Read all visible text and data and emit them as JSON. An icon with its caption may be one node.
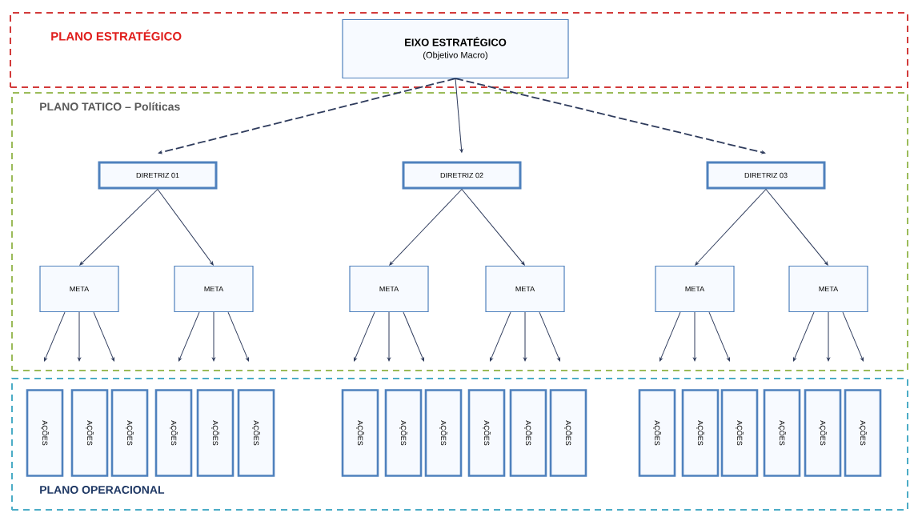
{
  "diagram": {
    "nodes": [
      {
        "text": [
          "PLANO ESTRATÉGICO"
        ]
      },
      {
        "text": [
          "EIXO ESTRATÉGICO",
          "(Objetivo Macro)"
        ],
        "in": 0
      },
      {
        "text": [
          "PLANO TATICO – Políticas"
        ]
      },
      {
        "text": [
          "DIRETRIZ 01"
        ],
        "in": 2
      },
      {
        "text": [
          "DIRETRIZ 02"
        ],
        "in": 2
      },
      {
        "text": [
          "DIRETRIZ 03"
        ],
        "in": 2
      },
      {
        "text": [
          "META"
        ],
        "in": 2
      },
      {
        "text": [
          "META"
        ],
        "in": 2
      },
      {
        "text": [
          "META"
        ],
        "in": 2
      },
      {
        "text": [
          "META"
        ],
        "in": 2
      },
      {
        "text": [
          "META"
        ],
        "in": 2
      },
      {
        "text": [
          "META"
        ],
        "in": 2
      },
      {
        "text": [
          "PLANO OPERACIONAL"
        ]
      },
      {
        "text": [
          "AÇÕES"
        ],
        "in": 12
      },
      {
        "text": [
          "AÇÕES"
        ],
        "in": 12
      },
      {
        "text": [
          "AÇÕES"
        ],
        "in": 12
      },
      {
        "text": [
          "AÇÕES"
        ],
        "in": 12
      },
      {
        "text": [
          "AÇÕES"
        ],
        "in": 12
      },
      {
        "text": [
          "AÇÕES"
        ],
        "in": 12
      },
      {
        "text": [
          "AÇÕES"
        ],
        "in": 12
      },
      {
        "text": [
          "AÇÕES"
        ],
        "in": 12
      },
      {
        "text": [
          "AÇÕES"
        ],
        "in": 12
      },
      {
        "text": [
          "AÇÕES"
        ],
        "in": 12
      },
      {
        "text": [
          "AÇÕES"
        ],
        "in": 12
      },
      {
        "text": [
          "AÇÕES"
        ],
        "in": 12
      },
      {
        "text": [
          "AÇÕES"
        ],
        "in": 12
      },
      {
        "text": [
          "AÇÕES"
        ],
        "in": 12
      },
      {
        "text": [
          "AÇÕES"
        ],
        "in": 12
      },
      {
        "text": [
          "AÇÕES"
        ],
        "in": 12
      },
      {
        "text": [
          "AÇÕES"
        ],
        "in": 12
      },
      {
        "text": [
          "AÇÕES"
        ],
        "in": 12
      }
    ],
    "edges": [
      {
        "from": 1,
        "to": 3,
        "arrow": "to",
        "style": "dashed"
      },
      {
        "from": 1,
        "to": 4,
        "arrow": "to"
      },
      {
        "from": 1,
        "to": 5,
        "arrow": "to",
        "style": "dashed"
      },
      {
        "from": 3,
        "to": 6,
        "arrow": "to"
      },
      {
        "from": 3,
        "to": 7,
        "arrow": "to"
      },
      {
        "from": 4,
        "to": 8,
        "arrow": "to"
      },
      {
        "from": 4,
        "to": 9,
        "arrow": "to"
      },
      {
        "from": 5,
        "to": 10,
        "arrow": "to"
      },
      {
        "from": 5,
        "to": 11,
        "arrow": "to"
      },
      {
        "from": 6,
        "to": null,
        "arrow": "to"
      },
      {
        "from": 6,
        "to": null,
        "arrow": "to"
      },
      {
        "from": 6,
        "to": null,
        "arrow": "to"
      },
      {
        "from": 7,
        "to": null,
        "arrow": "to"
      },
      {
        "from": 7,
        "to": null,
        "arrow": "to"
      },
      {
        "from": 7,
        "to": null,
        "arrow": "to"
      },
      {
        "from": 8,
        "to": null,
        "arrow": "to"
      },
      {
        "from": 8,
        "to": null,
        "arrow": "to"
      },
      {
        "from": 8,
        "to": null,
        "arrow": "to"
      },
      {
        "from": 9,
        "to": null,
        "arrow": "to"
      },
      {
        "from": 9,
        "to": null,
        "arrow": "to"
      },
      {
        "from": 9,
        "to": null,
        "arrow": "to"
      },
      {
        "from": 10,
        "to": null,
        "arrow": "to"
      },
      {
        "from": 10,
        "to": null,
        "arrow": "to"
      },
      {
        "from": 10,
        "to": null,
        "arrow": "to"
      },
      {
        "from": 11,
        "to": null,
        "arrow": "to"
      },
      {
        "from": 11,
        "to": null,
        "arrow": "to"
      },
      {
        "from": 11,
        "to": null,
        "arrow": "to"
      }
    ]
  }
}
